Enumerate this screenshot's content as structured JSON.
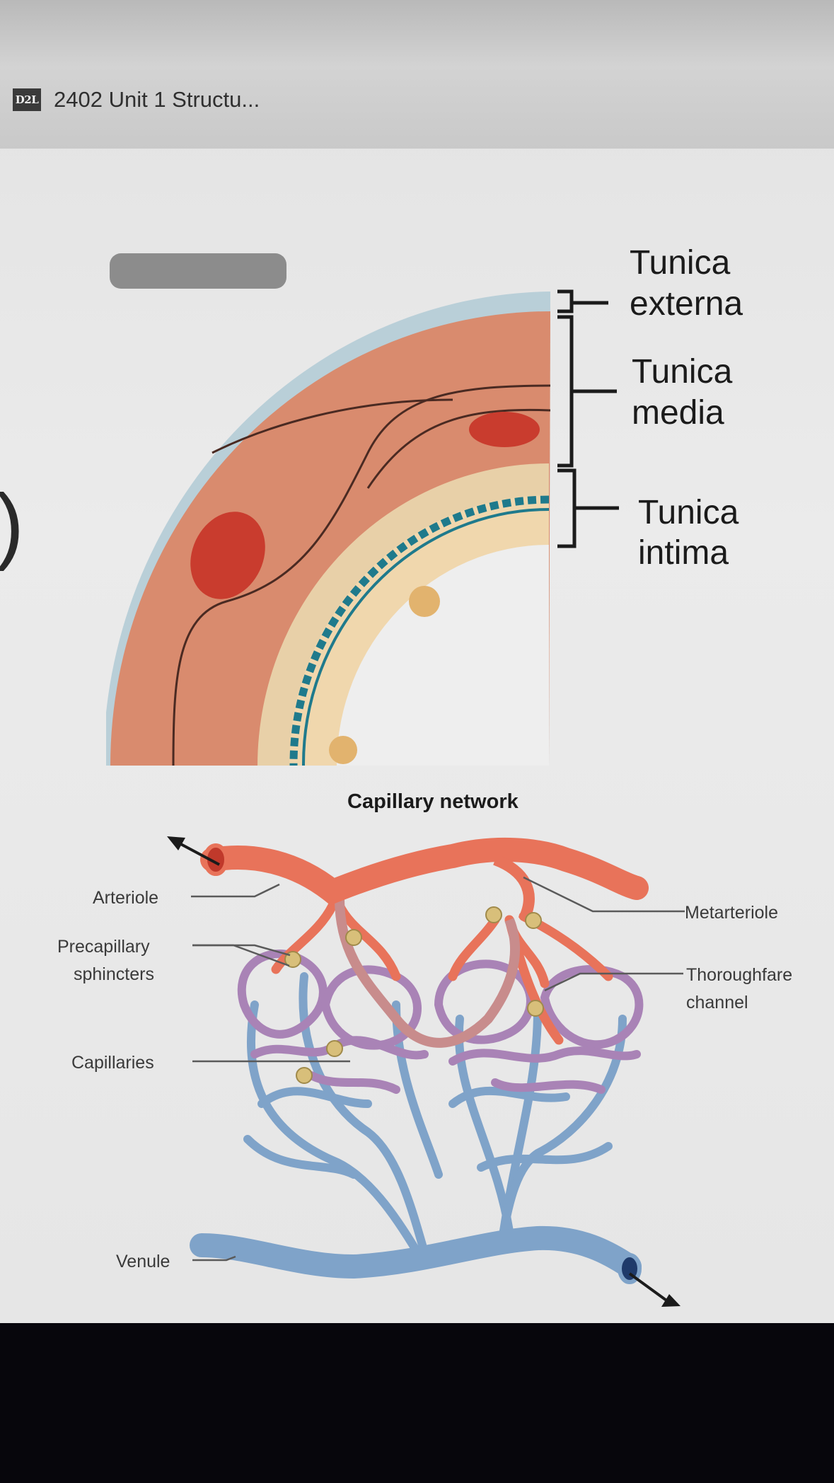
{
  "browser_tab": {
    "favicon_text": "D2L",
    "title": "2402 Unit 1 Structu..."
  },
  "left_edge_glyph": ")",
  "artery_diagram": {
    "labels": {
      "tunica_externa": [
        "Tunica",
        "externa"
      ],
      "tunica_media": [
        "Tunica",
        "media"
      ],
      "tunica_intima": [
        "Tunica",
        "intima"
      ]
    },
    "colors": {
      "externa": "#b9cfd8",
      "media": "#d98b6e",
      "nucleus": "#c93c2e",
      "endothelium": "#1f7a8c",
      "intima": "#f0d7ad"
    }
  },
  "capillary_diagram": {
    "title": "Capillary network",
    "labels": {
      "arteriole": "Arteriole",
      "precapillary": [
        "Precapillary",
        "sphincters"
      ],
      "capillaries": "Capillaries",
      "venule": "Venule",
      "metarteriole": "Metarteriole",
      "thoroughfare": [
        "Thoroughfare",
        "channel"
      ]
    },
    "colors": {
      "arterial": "#e8735a",
      "mixed": "#a983b6",
      "venous": "#7fa3c9",
      "sphincter": "#d8bf7a"
    }
  }
}
